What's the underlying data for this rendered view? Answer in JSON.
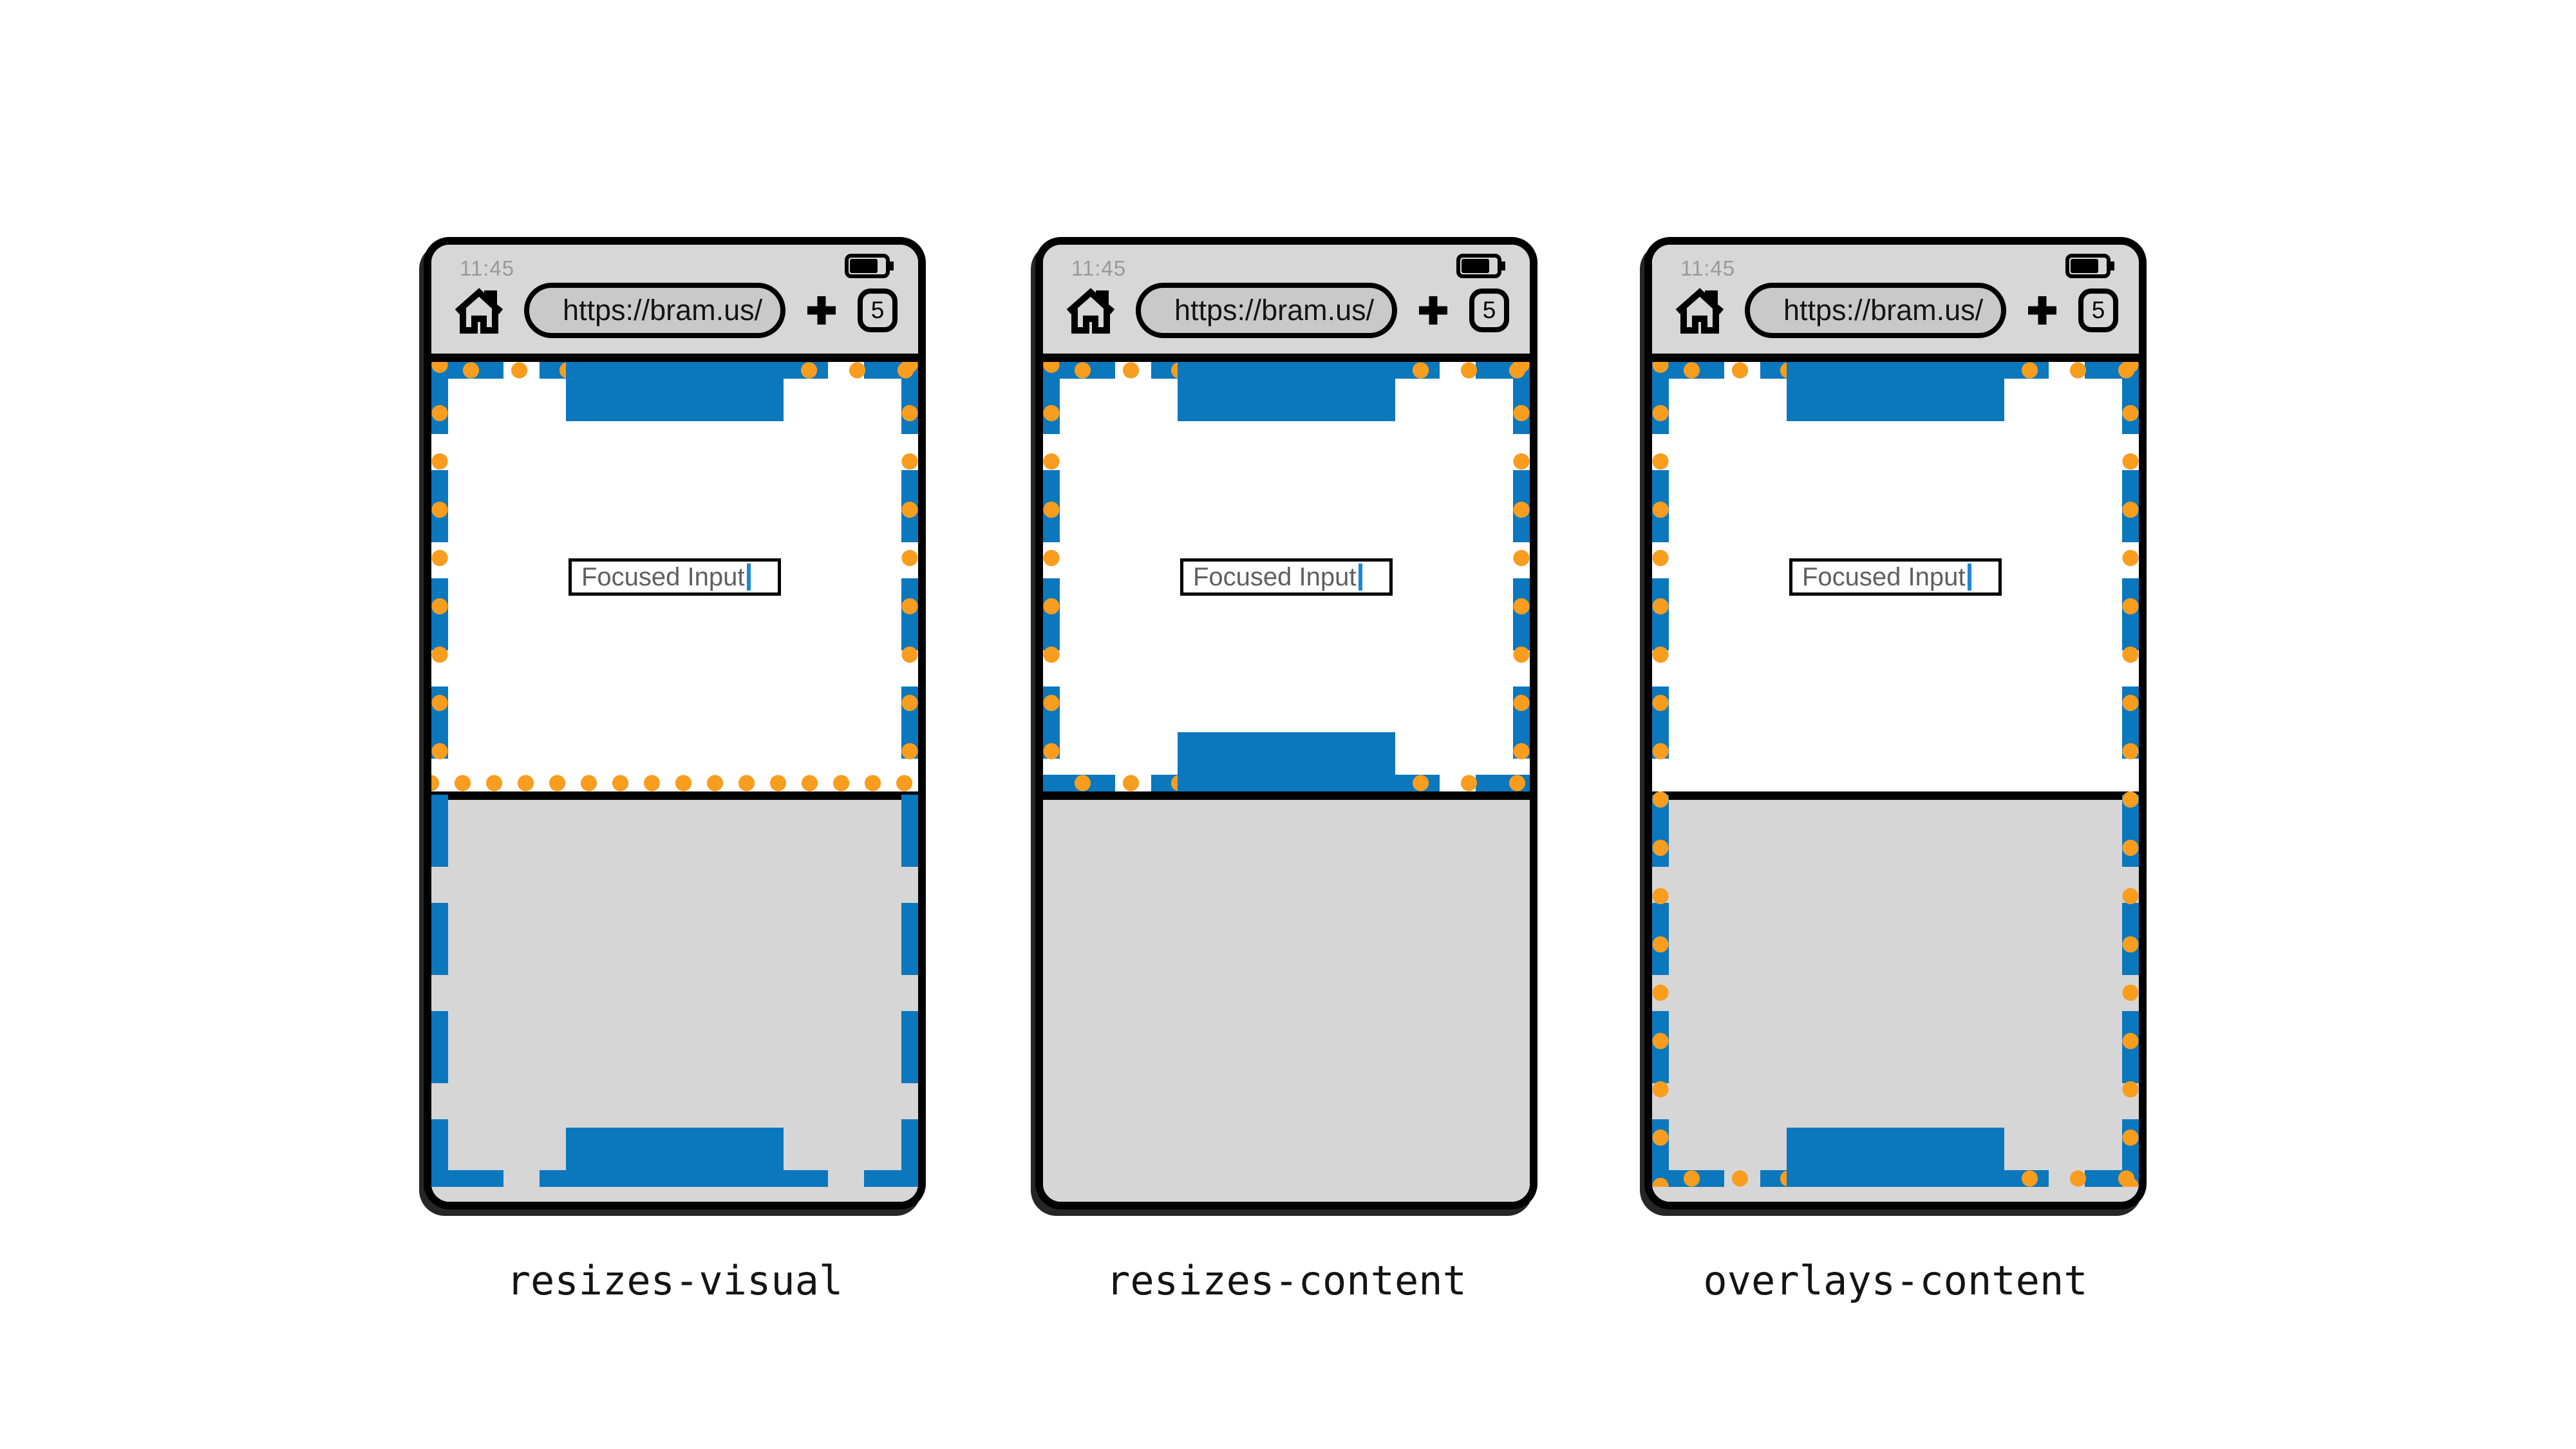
{
  "browser": {
    "time": "11:45",
    "url": "https://bram.us/",
    "tab_count": "5"
  },
  "page": {
    "input_value": "Focused Input"
  },
  "phones": [
    {
      "label": "resizes-visual",
      "layout_viewport": "extends-behind-keyboard",
      "visual_viewport": "resized-above-keyboard"
    },
    {
      "label": "resizes-content",
      "layout_viewport": "resized-above-keyboard",
      "visual_viewport": "resized-above-keyboard"
    },
    {
      "label": "overlays-content",
      "layout_viewport": "extends-behind-keyboard",
      "visual_viewport": "extends-behind-keyboard"
    }
  ],
  "colors": {
    "layout_viewport_dash": "#0b77bd",
    "visual_viewport_dot": "#f99d1f",
    "chrome_gray": "#d7d7d7",
    "keyboard_gray": "#d6d6d6",
    "url_pill_gray": "#c9c9c9",
    "caret_blue": "#1d86d8",
    "time_gray": "#999999"
  }
}
